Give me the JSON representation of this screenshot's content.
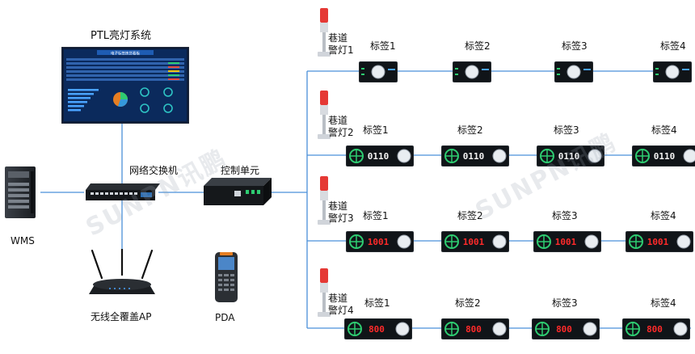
{
  "nodes": {
    "ptl_system": "PTL亮灯系统",
    "dashboard_title": "电子标签拣货看板",
    "wms": "WMS",
    "switch": "网络交换机",
    "control_unit": "控制单元",
    "ap": "无线全覆盖AP",
    "pda": "PDA"
  },
  "watermark": "SUNPN讯鹏",
  "lanes": [
    {
      "light_label_1": "巷道",
      "light_label_2": "警灯1",
      "tags": [
        "标签1",
        "标签2",
        "标签3",
        "标签4"
      ]
    },
    {
      "light_label_1": "巷道",
      "light_label_2": "警灯2",
      "tags": [
        "标签1",
        "标签2",
        "标签3",
        "标签4"
      ]
    },
    {
      "light_label_1": "巷道",
      "light_label_2": "警灯3",
      "tags": [
        "标签1",
        "标签2",
        "标签3",
        "标签4"
      ]
    },
    {
      "light_label_1": "巷道",
      "light_label_2": "警灯4",
      "tags": [
        "标签1",
        "标签2",
        "标签3",
        "标签4"
      ]
    }
  ],
  "tag_displays": [
    "",
    "0110",
    "1001",
    "800"
  ],
  "colors": {
    "line": "#4a90d9",
    "device_dark": "#101418",
    "digit_red": "#ff2a2a",
    "dashboard_bg": "#0b2a5c"
  }
}
